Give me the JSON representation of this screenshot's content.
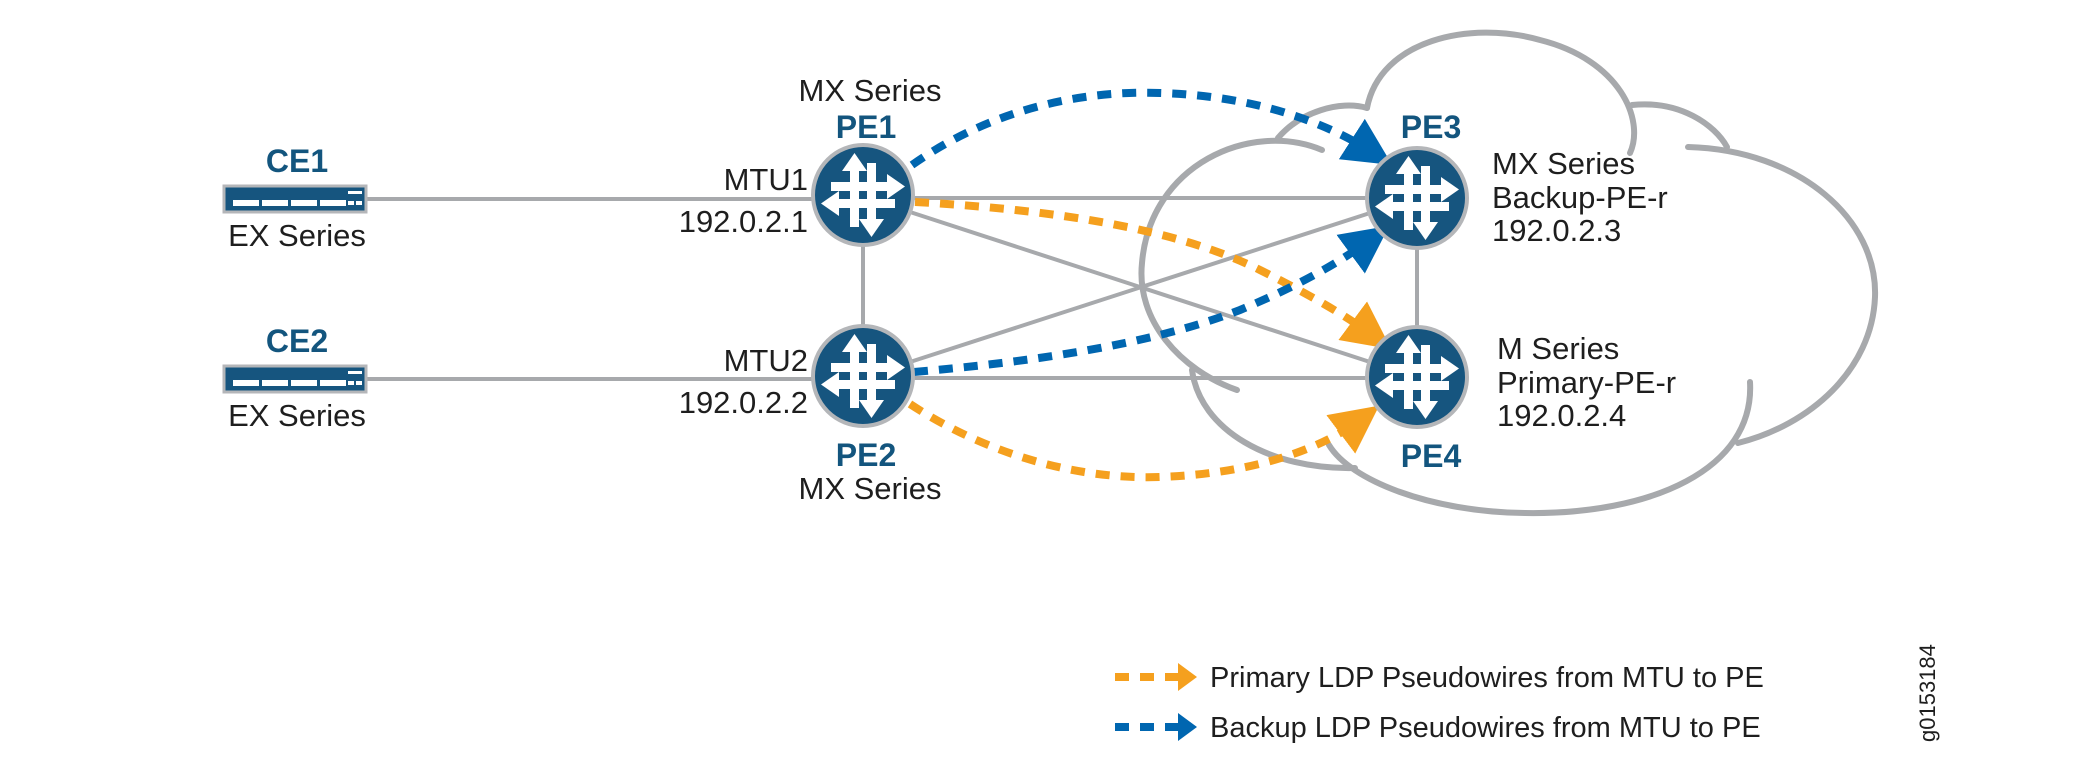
{
  "diagram": {
    "colors": {
      "router": "#16557f",
      "label_blue": "#13557e",
      "primary_pw": "#f5a01e",
      "backup_pw": "#0066b0",
      "link_gray": "#a7a9ac"
    },
    "devices": {
      "ce1": {
        "name": "CE1",
        "series": "EX Series"
      },
      "ce2": {
        "name": "CE2",
        "series": "EX Series"
      },
      "pe1": {
        "name": "PE1",
        "series": "MX Series",
        "role": "MTU1",
        "ip": "192.0.2.1"
      },
      "pe2": {
        "name": "PE2",
        "series": "MX Series",
        "role": "MTU2",
        "ip": "192.0.2.2"
      },
      "pe3": {
        "name": "PE3",
        "series": "MX Series",
        "role": "Backup-PE-r",
        "ip": "192.0.2.3"
      },
      "pe4": {
        "name": "PE4",
        "series": "M Series",
        "role": "Primary-PE-r",
        "ip": "192.0.2.4"
      }
    },
    "links": [
      [
        "CE1",
        "PE1"
      ],
      [
        "CE2",
        "PE2"
      ],
      [
        "PE1",
        "PE2"
      ],
      [
        "PE1",
        "PE3"
      ],
      [
        "PE1",
        "PE4"
      ],
      [
        "PE2",
        "PE3"
      ],
      [
        "PE2",
        "PE4"
      ],
      [
        "PE3",
        "PE4"
      ]
    ],
    "pseudowires": {
      "primary": [
        [
          "PE1",
          "PE4"
        ],
        [
          "PE2",
          "PE4"
        ]
      ],
      "backup": [
        [
          "PE1",
          "PE3"
        ],
        [
          "PE2",
          "PE3"
        ]
      ]
    },
    "legend": {
      "primary": "Primary LDP Pseudowires from MTU to PE",
      "backup": "Backup LDP Pseudowires from MTU to PE"
    },
    "figure_id": "g0153184"
  }
}
